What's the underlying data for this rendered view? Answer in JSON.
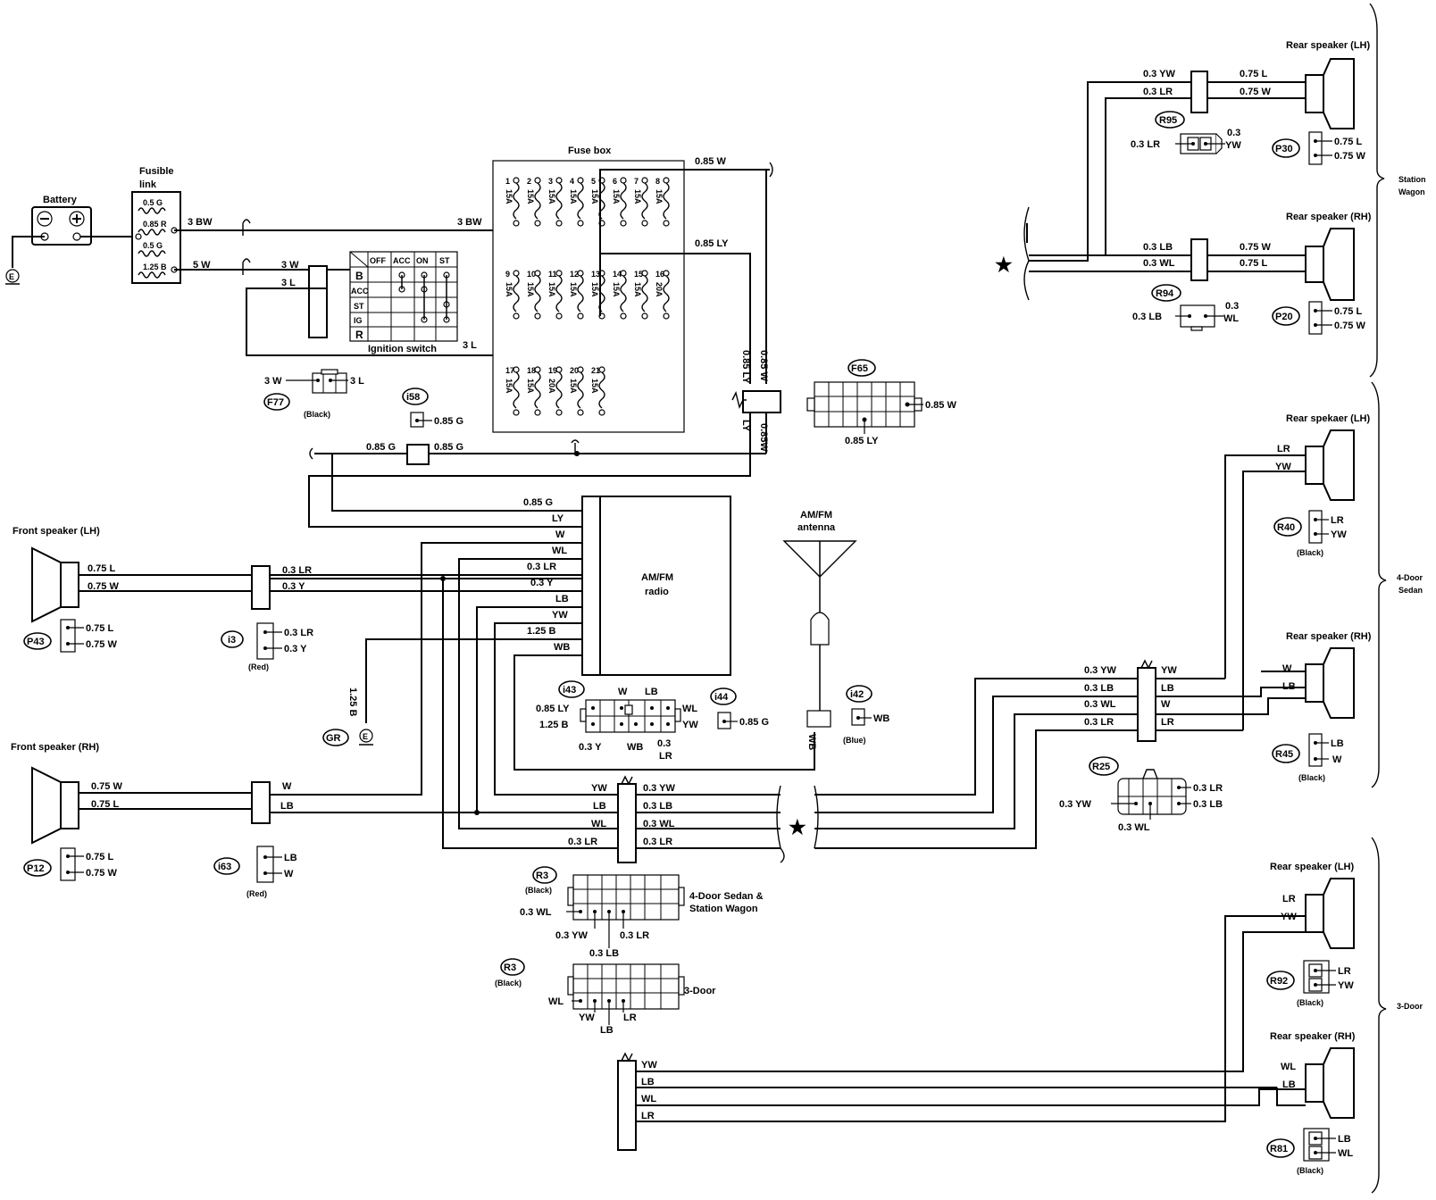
{
  "battery": {
    "label": "Battery"
  },
  "fusible_link": {
    "title_1": "Fusible",
    "title_2": "link",
    "fuses": [
      "0.5 G",
      "0.85 R",
      "0.5 G",
      "1.25 B"
    ]
  },
  "ground": {
    "symbol": "E",
    "gr_label": "GR"
  },
  "wires_top": {
    "bw_a": "3 BW",
    "bw_b": "3 BW",
    "w5": "5 W",
    "w3": "3 W",
    "l3": "3 L",
    "l3b": "3 L"
  },
  "ignition_switch": {
    "title": "Ignition switch",
    "columns": [
      "OFF",
      "ACC",
      "ON",
      "ST"
    ],
    "rows": [
      "B",
      "ACC",
      "ST",
      "IG",
      "R"
    ]
  },
  "connector_f77": {
    "id": "F77",
    "left": "3 W",
    "right": "3 L",
    "color": "(Black)"
  },
  "connector_i58": {
    "id": "i58",
    "wire": "0.85 G"
  },
  "fuse_box": {
    "title": "Fuse box",
    "numbers": [
      "1",
      "2",
      "3",
      "4",
      "5",
      "6",
      "7",
      "8",
      "9",
      "10",
      "11",
      "12",
      "13",
      "14",
      "15",
      "16",
      "17",
      "18",
      "19",
      "20",
      "21"
    ],
    "ratings": [
      "15A",
      "15A",
      "15A",
      "15A",
      "15A",
      "15A",
      "15A",
      "15A",
      "15A",
      "15A",
      "15A",
      "15A",
      "15A",
      "15A",
      "15A",
      "20A",
      "15A",
      "15A",
      "20A",
      "15A",
      "15A"
    ],
    "out_w": "0.85 W",
    "out_ly": "0.85 LY"
  },
  "vertical_wires": {
    "ly_top": "0.85 LY",
    "w_top": "0.85 W",
    "ly_bot": "LY",
    "w_bot": "0.85W"
  },
  "connector_f65": {
    "id": "F65",
    "w": "0.85 W",
    "ly": "0.85 LY"
  },
  "g_wires": {
    "left": "0.85 G",
    "right": "0.85 G"
  },
  "radio": {
    "title_1": "AM/FM",
    "title_2": "radio",
    "pins": [
      "0.85  G",
      "LY",
      "W",
      "WL",
      "0.3  LR",
      "0.3  Y",
      "LB",
      "YW",
      "1.25  B",
      "WB"
    ]
  },
  "ground_wire": {
    "label": "1.25 B"
  },
  "antenna": {
    "title_1": "AM/FM",
    "title_2": "antenna",
    "wire": "WB"
  },
  "connector_i42": {
    "id": "i42",
    "wire": "WB",
    "color": "(Blue)"
  },
  "connector_i43": {
    "id": "i43",
    "left_top": "0.85 LY",
    "left_bot": "1.25 B",
    "top_1": "W",
    "top_2": "LB",
    "right_top": "WL",
    "right_bot": "YW",
    "bot_1": "0.3 Y",
    "bot_2": "WB",
    "bot_3a": "0.3",
    "bot_3b": "LR"
  },
  "connector_i44": {
    "id": "i44",
    "wire": "0.85 G"
  },
  "front_lh": {
    "title": "Front speaker (LH)",
    "w1": "0.75  L",
    "w2": "0.75 W",
    "c1": "0.3  LR",
    "c2": "0.3  Y",
    "conn_id": "P43",
    "conn_1": "0.75 L",
    "conn_2": "0.75 W",
    "i_id": "i3",
    "i_1": "0.3 LR",
    "i_2": "0.3 Y",
    "i_color": "(Red)"
  },
  "front_rh": {
    "title": "Front speaker (RH)",
    "w1": "0.75  W",
    "w2": "0.75  L",
    "c1": "W",
    "c2": "LB",
    "conn_id": "P12",
    "conn_1": "0.75 L",
    "conn_2": "0.75 W",
    "i_id": "i63",
    "i_1": "LB",
    "i_2": "W",
    "i_color": "(Red)"
  },
  "joint": {
    "left": [
      "YW",
      "LB",
      "WL",
      "0.3  LR"
    ],
    "right": [
      "0.3 YW",
      "0.3 LB",
      "0.3 WL",
      "0.3  LR"
    ]
  },
  "connector_r3_a": {
    "id": "R3",
    "color": "(Black)",
    "note_1": "4-Door Sedan &",
    "note_2": "Station Wagon",
    "wl": "0.3 WL",
    "yw": "0.3 YW",
    "lr": "0.3 LR",
    "lb": "0.3 LB"
  },
  "connector_r3_b": {
    "id": "R3",
    "color": "(Black)",
    "note": "3-Door",
    "wl": "WL",
    "yw": "YW",
    "lb": "LB",
    "lr": "LR"
  },
  "bottom_connector": {
    "wires": [
      "YW",
      "LB",
      "WL",
      "LR"
    ]
  },
  "station_wagon": {
    "group": "Station Wagon",
    "group_1": "Station",
    "group_2": "Wagon",
    "lh_title": "Rear speaker (LH)",
    "lh_left": [
      "0.3 YW",
      "0.3 LR"
    ],
    "lh_right": [
      "0.75  L",
      "0.75  W"
    ],
    "r95": {
      "id": "R95",
      "left": "0.3  LR",
      "right_1": "0.3",
      "right_2": "YW"
    },
    "p30": {
      "id": "P30",
      "a": "0.75  L",
      "b": "0.75  W"
    },
    "rh_title": "Rear speaker (RH)",
    "rh_left": [
      "0.3 LB",
      "0.3  WL"
    ],
    "rh_right": [
      "0.75  W",
      "0.75   L"
    ],
    "r94": {
      "id": "R94",
      "left": "0.3  LB",
      "right_1": "0.3",
      "right_2": "WL"
    },
    "p20": {
      "id": "P20",
      "a": "0.75  L",
      "b": "0.75  W"
    }
  },
  "sedan": {
    "group_1": "4-Door",
    "group_2": "Sedan",
    "lh_title": "Rear spekaer (LH)",
    "lh_wires": [
      "LR",
      "YW"
    ],
    "r40": {
      "id": "R40",
      "a": "LR",
      "b": "YW",
      "color": "(Black)"
    },
    "rh_title": "Rear speaker (RH)",
    "rh_wires": [
      "W",
      "LB"
    ],
    "r45": {
      "id": "R45",
      "a": "LB",
      "b": "W",
      "color": "(Black)"
    },
    "conn_left": [
      "0.3  YW",
      "0.3  LB",
      "0.3  WL",
      "0.3  LR"
    ],
    "conn_right": [
      "YW",
      "LB",
      "W",
      "LR"
    ],
    "r25": {
      "id": "R25",
      "right_1": "0.3 LR",
      "right_2": "0.3 LB",
      "left": "0.3   YW",
      "bottom": "0.3  WL"
    }
  },
  "three_door": {
    "group": "3-Door",
    "lh_title": "Rear speaker (LH)",
    "lh_wires": [
      "LR",
      "YW"
    ],
    "r92": {
      "id": "R92",
      "a": "LR",
      "b": "YW",
      "color": "(Black)"
    },
    "rh_title": "Rear speaker (RH)",
    "rh_wires": [
      "WL",
      "LB"
    ],
    "r81": {
      "id": "R81",
      "a": "LB",
      "b": "WL",
      "color": "(Black)"
    }
  },
  "star": "★"
}
